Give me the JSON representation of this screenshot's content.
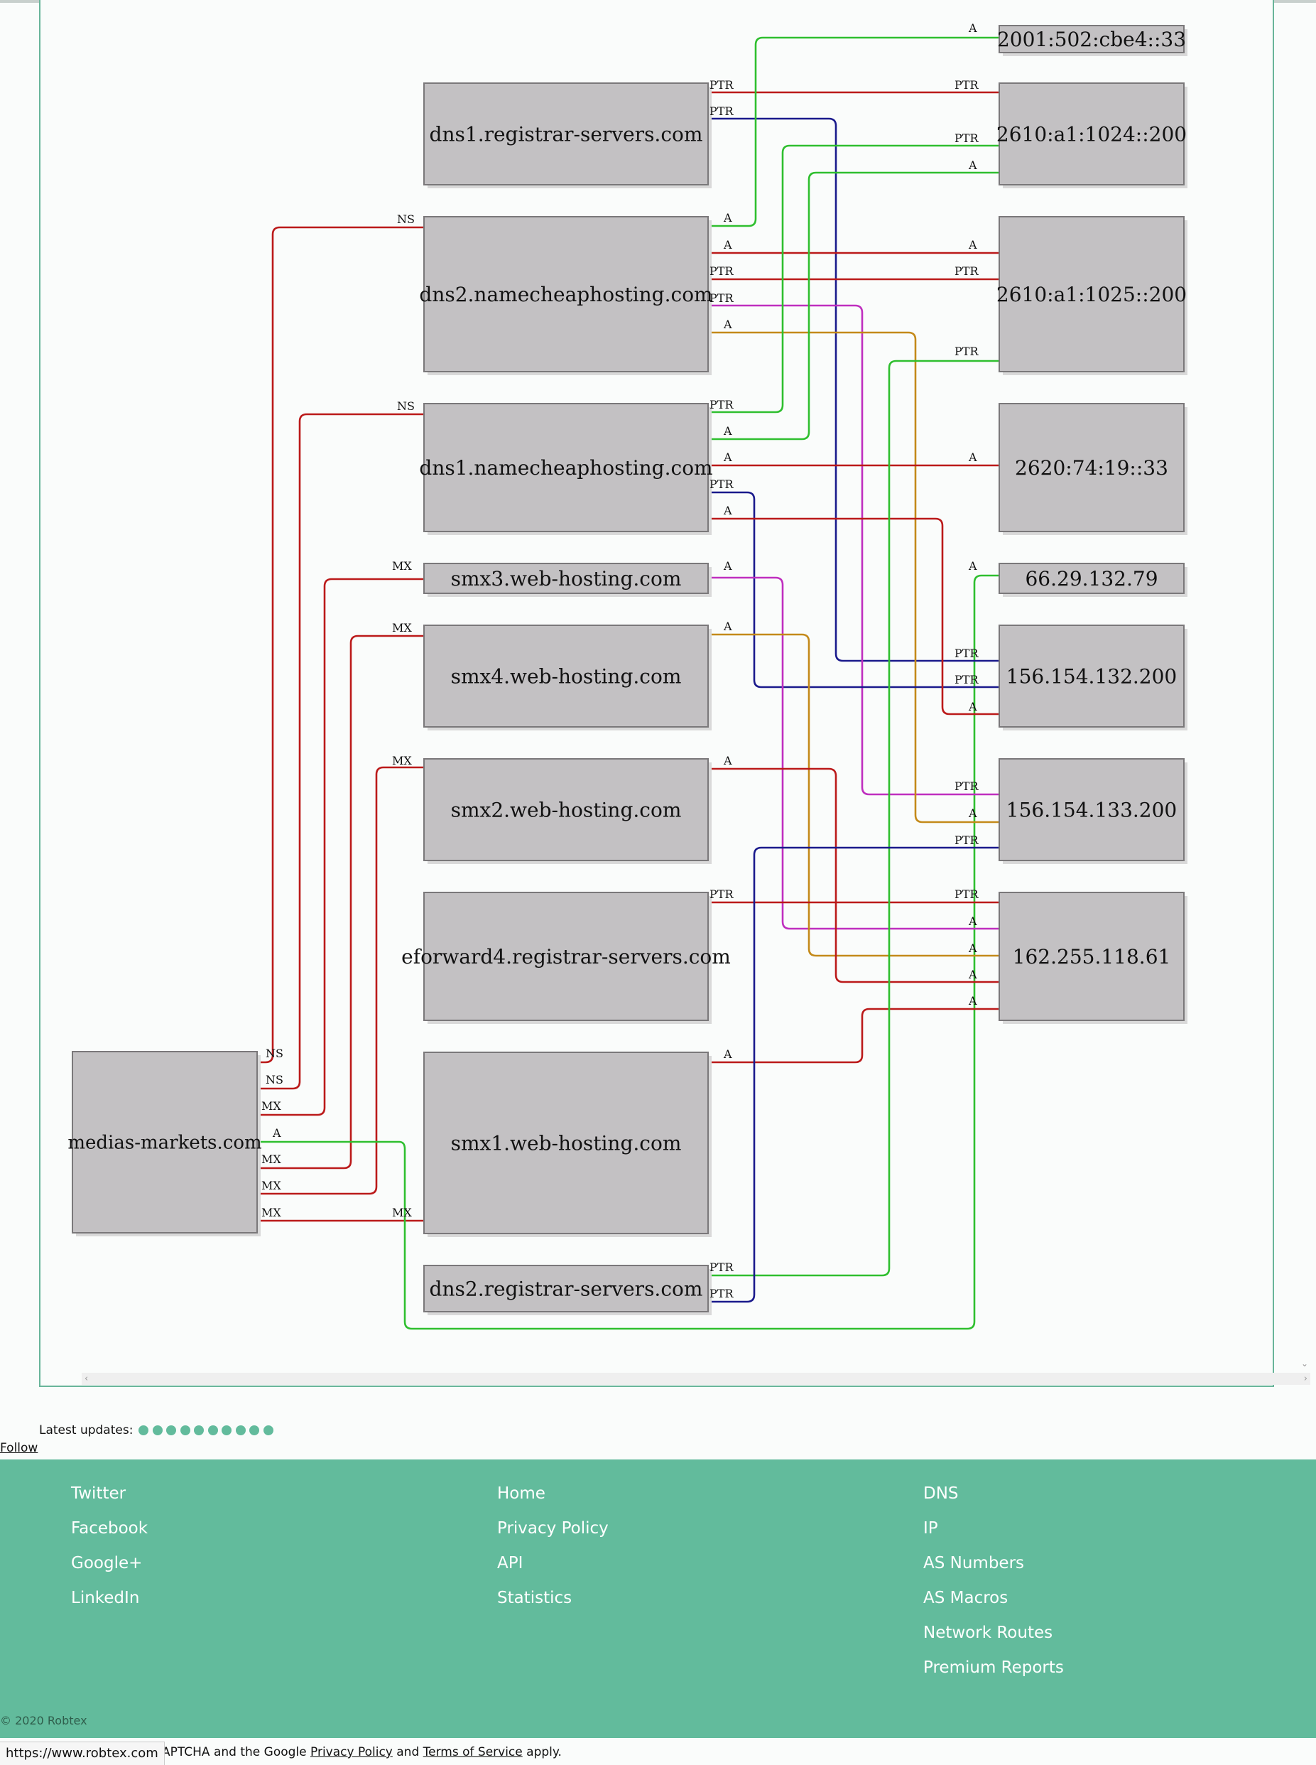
{
  "nodes": {
    "domain": "medias-markets.com",
    "dns1_registrar": "dns1.registrar-servers.com",
    "dns2_namecheap": "dns2.namecheaphosting.com",
    "dns1_namecheap": "dns1.namecheaphosting.com",
    "smx3": "smx3.web-hosting.com",
    "smx4": "smx4.web-hosting.com",
    "smx2": "smx2.web-hosting.com",
    "eforward4": "eforward4.registrar-servers.com",
    "smx1": "smx1.web-hosting.com",
    "dns2_registrar": "dns2.registrar-servers.com",
    "ip_2001": "2001:502:cbe4::33",
    "ip_2610_1024": "2610:a1:1024::200",
    "ip_2610_1025": "2610:a1:1025::200",
    "ip_2620": "2620:74:19::33",
    "ip_66": "66.29.132.79",
    "ip_156_132": "156.154.132.200",
    "ip_156_133": "156.154.133.200",
    "ip_162": "162.255.118.61"
  },
  "edge_colors": {
    "red": "#bb1a1a",
    "green": "#2fbf2f",
    "navy": "#1a1a8c",
    "magenta": "#bf2fbf",
    "orange": "#c48a1a"
  },
  "latest_updates": {
    "label": "Latest updates:",
    "dot_count": 10
  },
  "follow": "Follow",
  "footer": {
    "social": [
      "Twitter",
      "Facebook",
      "Google+",
      "LinkedIn"
    ],
    "site": [
      "Home",
      "Privacy Policy",
      "API",
      "Statistics"
    ],
    "tools": [
      "DNS",
      "IP",
      "AS Numbers",
      "AS Macros",
      "Network Routes",
      "Premium Reports"
    ],
    "background": "#62bb9c"
  },
  "copyright": "© 2020 Robtex",
  "status_url": "https://www.robtex.com",
  "recaptcha": {
    "prefix": "APTCHA and the Google",
    "privacy": "Privacy Policy",
    "and": "and",
    "terms": "Terms of Service",
    "suffix": "apply."
  }
}
